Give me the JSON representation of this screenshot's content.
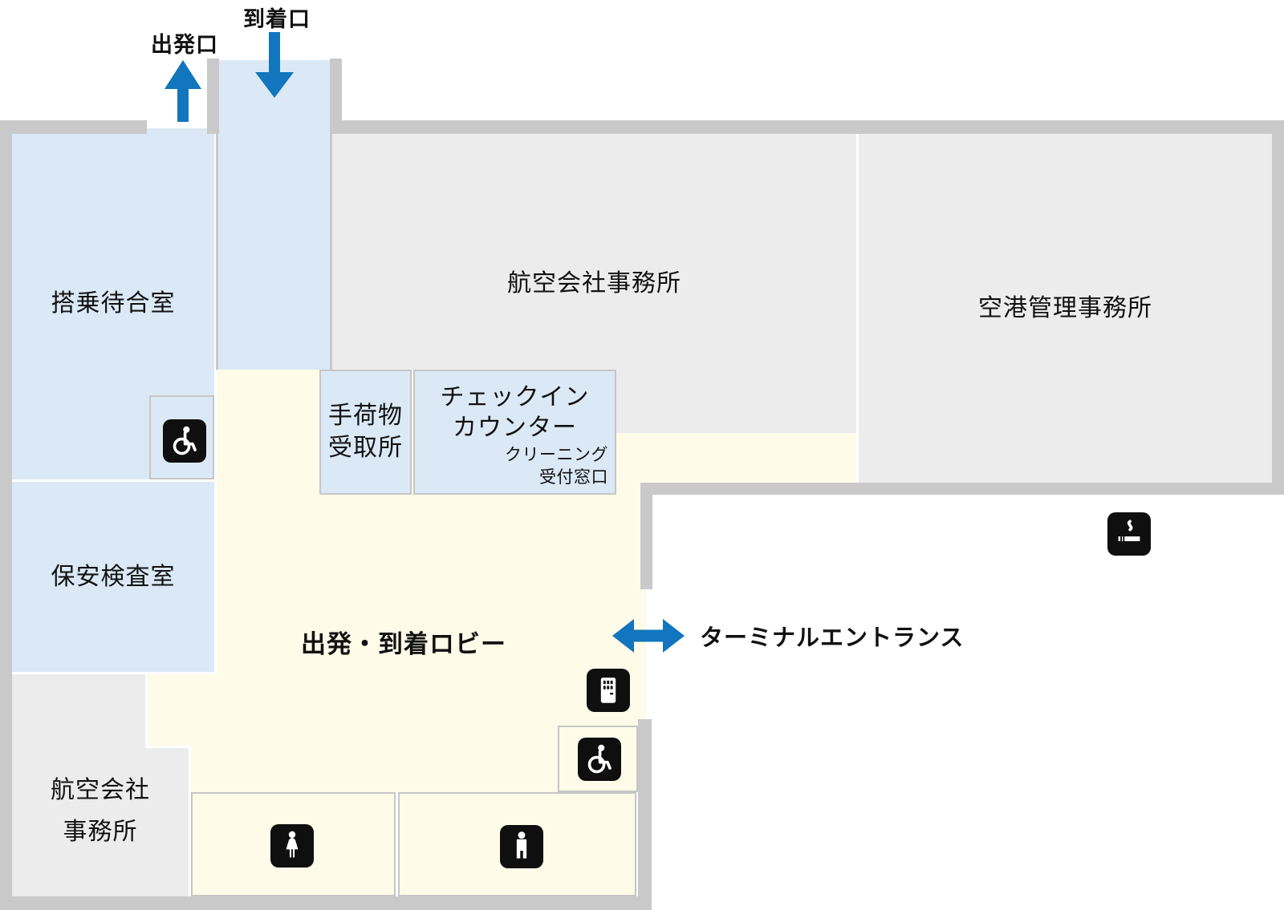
{
  "map": {
    "gates": {
      "departure_label": "出発口",
      "arrival_label": "到着口"
    },
    "entrance_label": "ターミナルエントランス",
    "rooms": {
      "boarding_lounge": "搭乗待合室",
      "security_inspection": "保安検査室",
      "airline_office_top": "航空会社事務所",
      "airport_admin_office": "空港管理事務所",
      "baggage_claim": "手荷物\n受取所",
      "checkin_counter": "チェックイン\nカウンター",
      "cleaning_window": "クリーニング\n受付窓口",
      "lobby": "出発・到着ロビー",
      "airline_office_bottom": "航空会社\n事務所"
    },
    "facilities": [
      {
        "icon": "wheelchair",
        "location": "boarding_lounge"
      },
      {
        "icon": "wheelchair",
        "location": "lobby"
      },
      {
        "icon": "vending-machine",
        "location": "lobby"
      },
      {
        "icon": "smoking-area",
        "location": "outside-terminal"
      },
      {
        "icon": "restroom-female",
        "location": "lobby"
      },
      {
        "icon": "restroom-male",
        "location": "lobby"
      }
    ],
    "colors": {
      "arrow_blue": "#1176bd",
      "room_blue": "#dbe9f6",
      "lobby_yellow": "#fffbe9",
      "office_gray": "#ececec",
      "wall_gray": "#c9c9c9",
      "icon_black": "#0f0f0f"
    }
  }
}
